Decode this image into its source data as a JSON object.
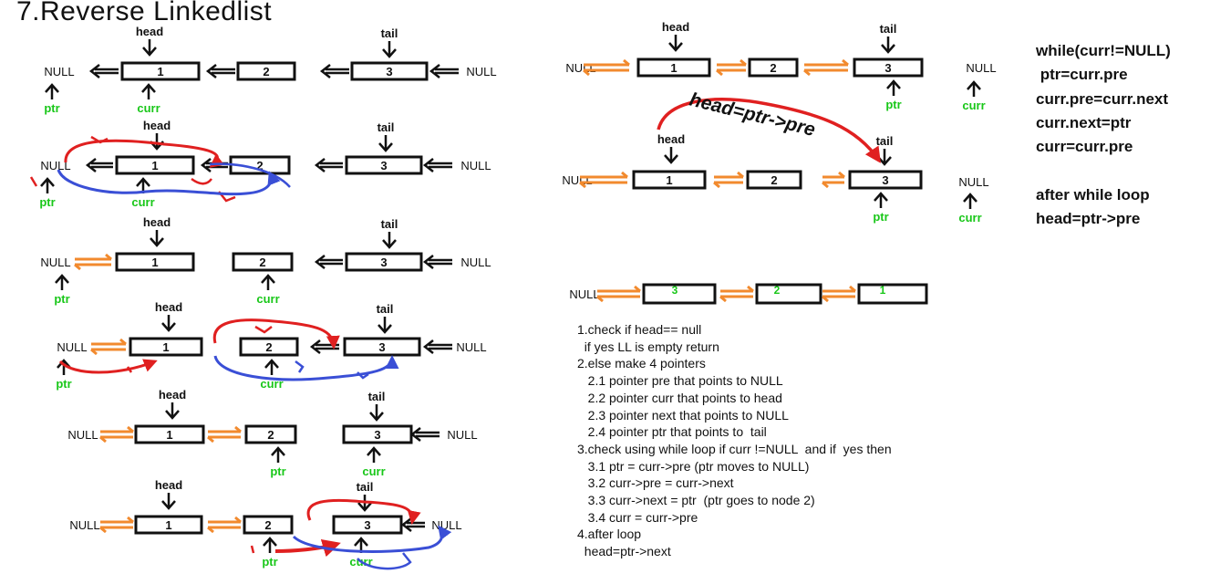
{
  "title": "7.Reverse Linkedlist",
  "labels": {
    "null": "NULL",
    "head": "head",
    "tail": "tail",
    "ptr": "ptr",
    "curr": "curr",
    "handwritten_head_expr": "head=ptr->pre"
  },
  "node_values": [
    "1",
    "2",
    "3"
  ],
  "result_values": [
    "3",
    "2",
    "1"
  ],
  "algorithm_steps": [
    "1.check if head== null",
    "  if yes LL is empty return",
    "2.else make 4 pointers",
    "   2.1 pointer pre that points to NULL",
    "   2.2 pointer curr that points to head",
    "   2.3 pointer next that points to NULL",
    "   2.4 pointer ptr that points to  tail",
    "3.check using while loop if curr !=NULL  and if  yes then",
    "   3.1 ptr = curr->pre (ptr moves to NULL)",
    "   3.2 curr->pre = curr->next",
    "   3.3 curr->next = ptr  (ptr goes to node 2)",
    "   3.4 curr = curr->pre",
    "4.after loop",
    "  head=ptr->next"
  ],
  "pseudocode": [
    "while(curr!=NULL)",
    " ptr=curr.pre",
    "curr.pre=curr.next",
    "curr.next=ptr",
    "curr=curr.pre",
    "",
    "after while loop",
    "head=ptr->pre"
  ],
  "colors": {
    "orange": "#f28a2e",
    "red": "#e02020",
    "blue": "#3a4fd6",
    "green": "#19c719",
    "black": "#111111"
  }
}
